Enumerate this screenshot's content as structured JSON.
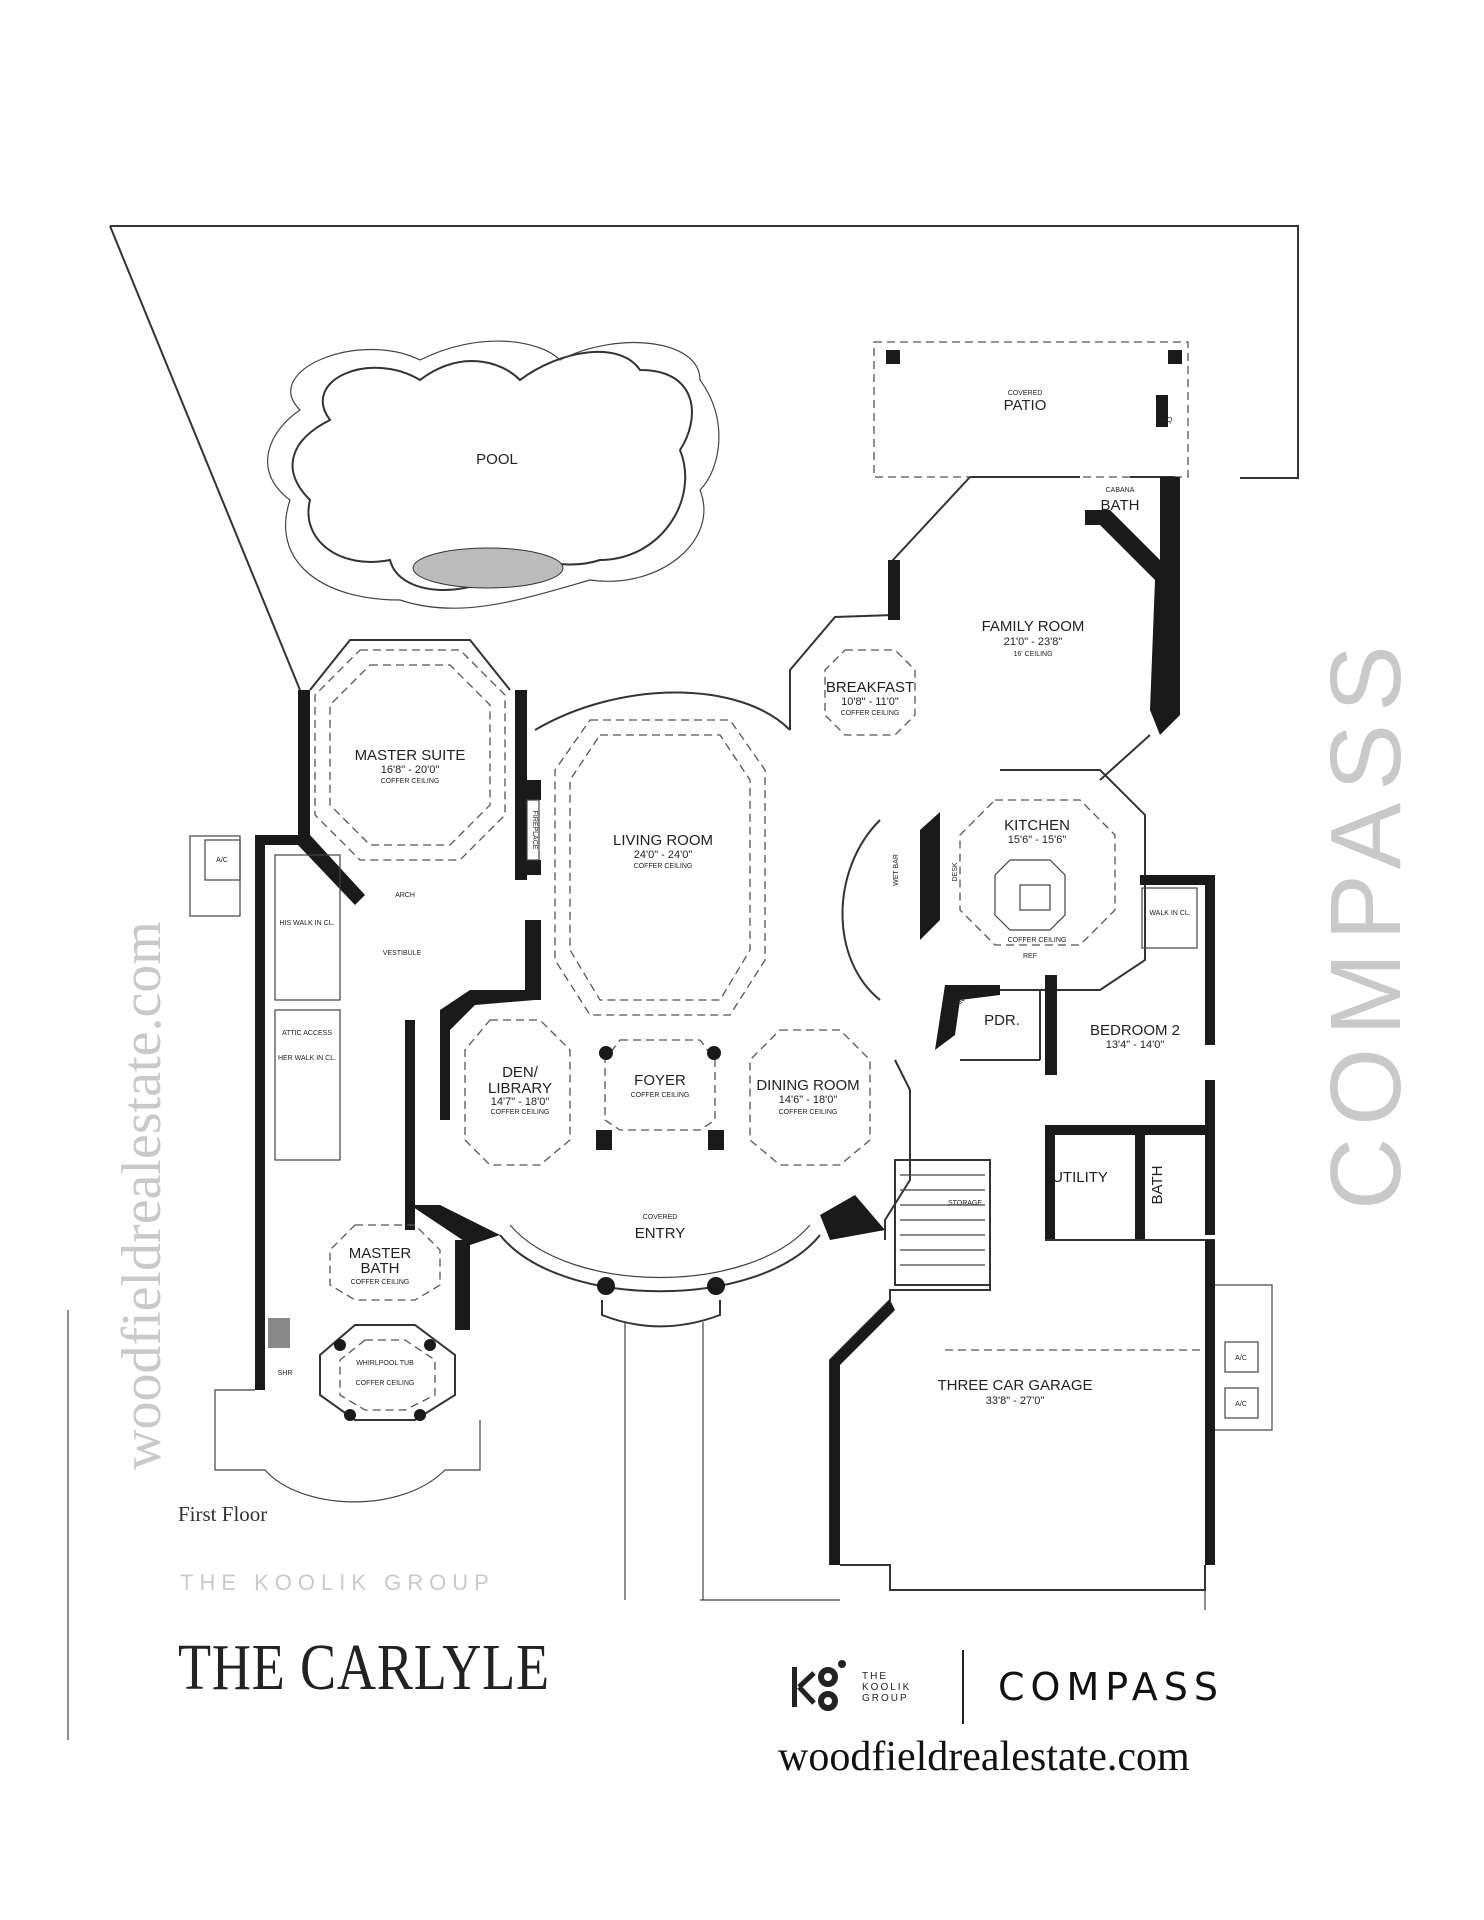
{
  "plan": {
    "title": "THE CARLYLE",
    "floor_label": "First Floor",
    "rooms": {
      "pool": "POOL",
      "patio_small": "COVERED",
      "patio": "PATIO",
      "cabana_small": "CABANA",
      "cabana": "BATH",
      "bbq": "BBQ",
      "family": "FAMILY ROOM",
      "family_dim": "21'0\" - 23'8\"",
      "family_note": "16' CEILING",
      "breakfast": "BREAKFAST",
      "breakfast_dim": "10'8\" - 11'0\"",
      "breakfast_note": "COFFER CEILING",
      "master_suite": "MASTER SUITE",
      "master_suite_dim": "16'8\" - 20'0\"",
      "master_suite_note": "COFFER CEILING",
      "living": "LIVING ROOM",
      "living_dim": "24'0\" - 24'0\"",
      "living_note": "COFFER CEILING",
      "fireplace": "FIREPLACE",
      "kitchen": "KITCHEN",
      "kitchen_dim": "15'6\" - 15'6\"",
      "kitchen_note": "COFFER CEILING",
      "wet_bar": "WET BAR",
      "desk": "DESK",
      "pantry": "PANTRY",
      "ref": "REF",
      "pdr": "PDR.",
      "bedroom2": "BEDROOM 2",
      "bedroom2_dim": "13'4\" - 14'0\"",
      "walkin": "WALK IN CL.",
      "his_walkin": "HIS WALK IN CL.",
      "her_walkin": "HER WALK IN CL.",
      "attic": "ATTIC ACCESS",
      "vestibule": "VESTIBULE",
      "arch": "ARCH",
      "den": "DEN/",
      "den2": "LIBRARY",
      "den_dim": "14'7\" - 18'0\"",
      "den_note": "COFFER CEILING",
      "foyer": "FOYER",
      "foyer_note": "COFFER CEILING",
      "dining": "DINING ROOM",
      "dining_dim": "14'6\" - 18'0\"",
      "dining_note": "COFFER CEILING",
      "entry_small": "COVERED",
      "entry": "ENTRY",
      "utility": "UTILITY",
      "bath": "BATH",
      "storage": "STORAGE",
      "master_bath": "MASTER",
      "master_bath2": "BATH",
      "master_bath_note": "COFFER CEILING",
      "whirlpool": "WHIRLPOOL TUB",
      "whirlpool_note": "COFFER CEILING",
      "shower": "SHR",
      "garage": "THREE CAR GARAGE",
      "garage_dim": "33'8\" - 27'0\"",
      "ac": "A/C"
    }
  },
  "watermarks": {
    "compass": "COMPASS",
    "site": "woodfieldrealestate.com",
    "koolik": "THE KOOLIK GROUP"
  },
  "branding": {
    "koolik_line1": "THE",
    "koolik_line2": "KOOLIK",
    "koolik_line3": "GROUP",
    "compass": "COMPASS",
    "website": "woodfieldrealestate.com"
  }
}
